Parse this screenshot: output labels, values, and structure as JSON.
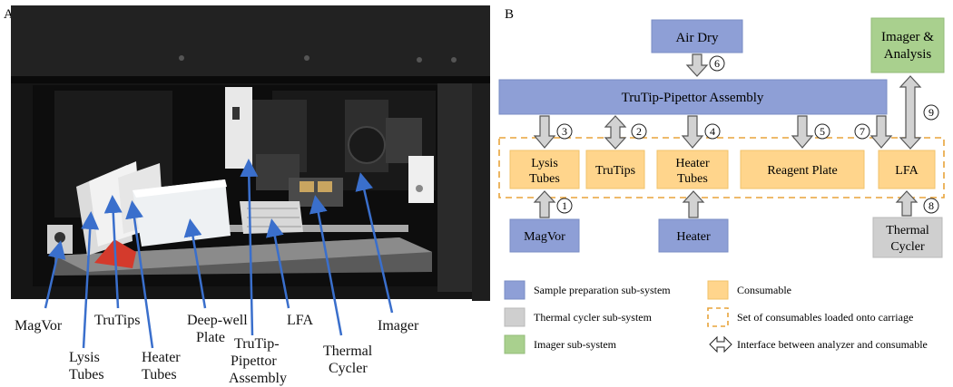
{
  "panels": {
    "a_label": "A",
    "b_label": "B"
  },
  "photo_labels": {
    "magvor": "MagVor",
    "lysis": [
      "Lysis",
      "Tubes"
    ],
    "trutips": "TruTips",
    "heater": [
      "Heater",
      "Tubes"
    ],
    "deepwell": [
      "Deep-well",
      "Plate"
    ],
    "trutip_assembly": [
      "TruTip-",
      "Pipettor",
      "Assembly"
    ],
    "lfa": "LFA",
    "thermal": [
      "Thermal",
      "Cycler"
    ],
    "imager": "Imager"
  },
  "diagram": {
    "air_dry": "Air Dry",
    "imager_analysis": [
      "Imager &",
      "Analysis"
    ],
    "assembly": "TruTip-Pipettor Assembly",
    "lysis_tubes": [
      "Lysis",
      "Tubes"
    ],
    "trutips": "TruTips",
    "heater_tubes": [
      "Heater",
      "Tubes"
    ],
    "reagent_plate": "Reagent Plate",
    "lfa": "LFA",
    "magvor": "MagVor",
    "heater": "Heater",
    "thermal_cycler": [
      "Thermal",
      "Cycler"
    ],
    "steps": [
      "1",
      "2",
      "3",
      "4",
      "5",
      "6",
      "7",
      "8",
      "9"
    ]
  },
  "legend": {
    "sample_prep": "Sample preparation sub-system",
    "thermal": "Thermal cycler sub-system",
    "imager": "Imager sub-system",
    "consumable": "Consumable",
    "consumable_set": "Set of consumables loaded onto carriage",
    "interface": "Interface between analyzer and consumable"
  },
  "colors": {
    "sample_prep": "#8E9FD6",
    "thermal": "#CFCFCF",
    "imager": "#A9D08E",
    "consumable": "#FFD58C",
    "dashed_border": "#E8A33A",
    "arrow_photo": "#3A6FCC"
  }
}
